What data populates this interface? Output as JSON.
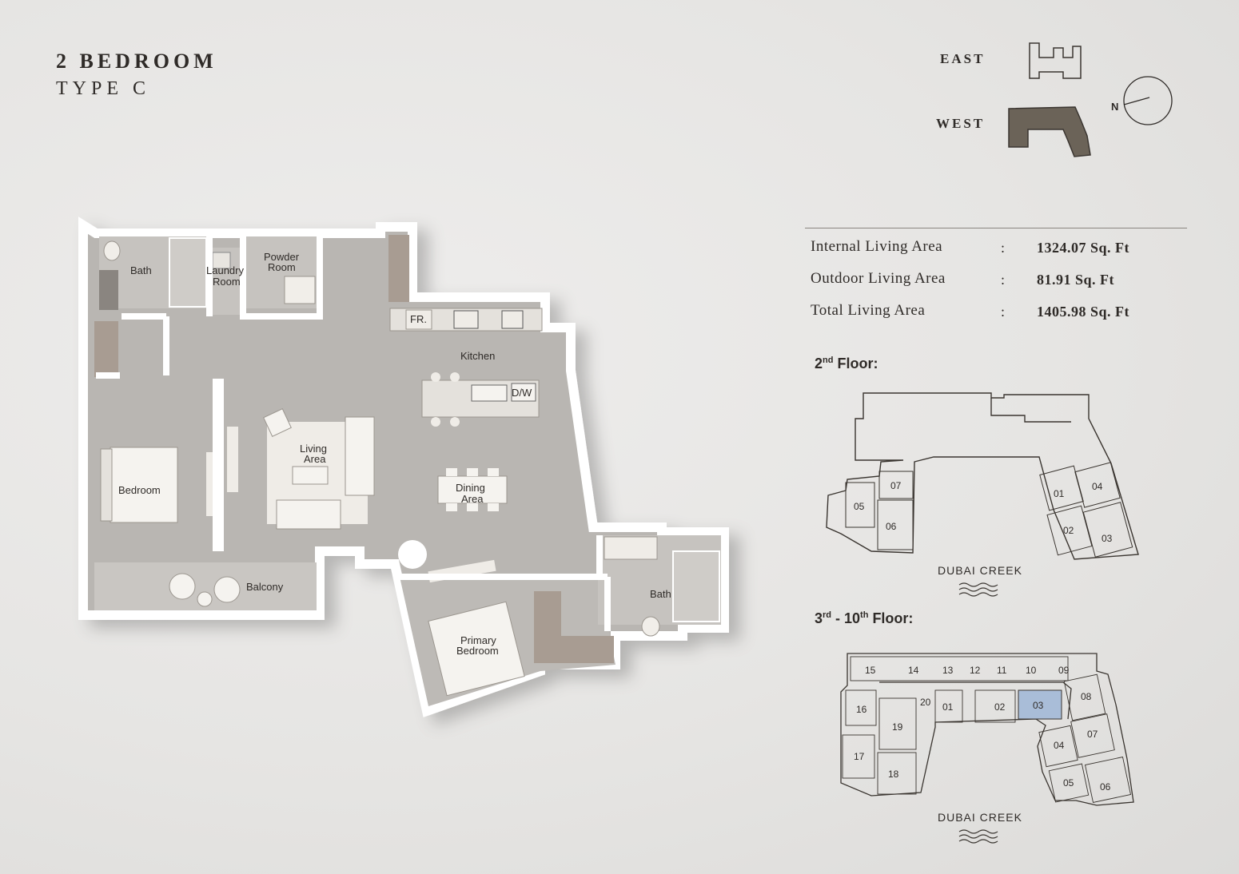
{
  "header": {
    "bedrooms": "2 BEDROOM",
    "type": "TYPE C"
  },
  "orientation": {
    "east": "EAST",
    "west": "WEST",
    "north": "N"
  },
  "areas": [
    {
      "label": "Internal Living Area",
      "sep": ":",
      "value": "1324.07 Sq. Ft"
    },
    {
      "label": "Outdoor Living Area",
      "sep": ":",
      "value": "81.91 Sq. Ft"
    },
    {
      "label": "Total Living Area",
      "sep": ":",
      "value": "1405.98 Sq. Ft"
    }
  ],
  "rooms": {
    "bath1": "Bath",
    "laundry1": "Laundry",
    "laundry2": "Room",
    "powder1": "Powder",
    "powder2": "Room",
    "fridge": "FR.",
    "kitchen": "Kitchen",
    "dw": "D/W",
    "living1": "Living",
    "living2": "Area",
    "bedroom": "Bedroom",
    "dining1": "Dining",
    "dining2": "Area",
    "balcony": "Balcony",
    "bath2": "Bath",
    "primary1": "Primary",
    "primary2": "Bedroom"
  },
  "floor2": {
    "heading_num": "2",
    "heading_sup": "nd",
    "heading_rest": " Floor:",
    "units": [
      "05",
      "07",
      "06",
      "01",
      "04",
      "02",
      "03"
    ],
    "creek": "DUBAI CREEK"
  },
  "floor3": {
    "heading_a": "3",
    "heading_a_sup": "rd",
    "heading_mid": " - 10",
    "heading_b_sup": "th",
    "heading_rest": " Floor:",
    "units": [
      "15",
      "14",
      "13",
      "12",
      "11",
      "10",
      "09",
      "16",
      "20",
      "01",
      "02",
      "03",
      "08",
      "19",
      "07",
      "17",
      "04",
      "18",
      "05",
      "06"
    ],
    "highlighted_unit": "03",
    "creek": "DUBAI CREEK"
  },
  "colors": {
    "wall": "#ffffff",
    "floor": "#b9b6b2",
    "furniture": "#efece7",
    "wood": "#a89c92",
    "highlight": "#a9bdd8",
    "west_fill": "#6b6358"
  }
}
